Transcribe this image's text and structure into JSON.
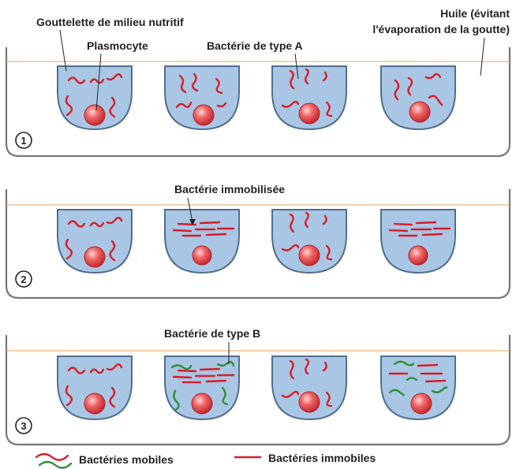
{
  "labels": {
    "droplet": "Gouttelette de milieu nutritif",
    "oil_line1": "Huile (évitant",
    "oil_line2": "l'évaporation de la goutte)",
    "plasmocyte": "Plasmocyte",
    "bacteria_a": "Bactérie de type A",
    "immobilized": "Bactérie immobilisée",
    "bacteria_b": "Bactérie de type B"
  },
  "panels": [
    {
      "number": "1"
    },
    {
      "number": "2"
    },
    {
      "number": "3"
    }
  ],
  "legend": {
    "mobile": "Bactéries mobiles",
    "immobile": "Bactéries immobiles"
  },
  "colors": {
    "droplet_fill": "#a9c6e4",
    "droplet_border": "#4f6f8f",
    "bacteria_a": "#d81e2a",
    "bacteria_b": "#2f8f3a",
    "oil_line": "#e6a060",
    "plasmocyte": "#e04545"
  }
}
